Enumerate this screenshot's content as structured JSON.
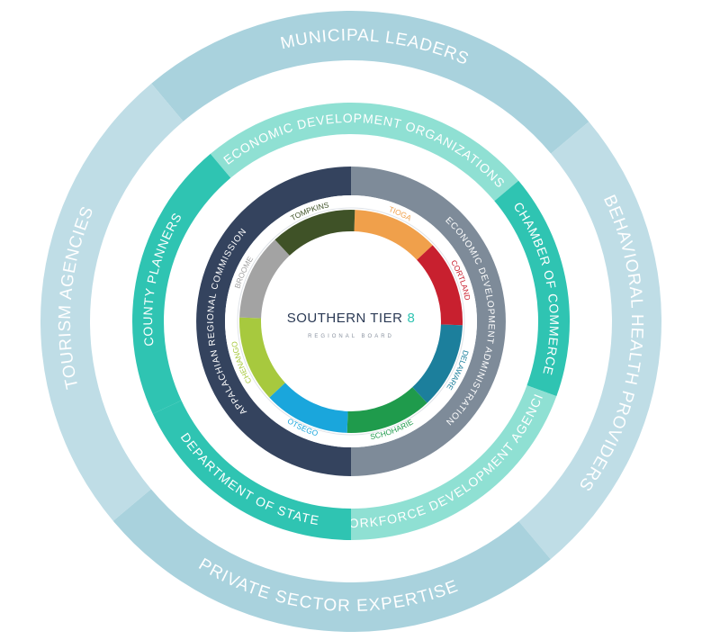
{
  "center": {
    "title": "SOUTHERN TIER",
    "number": "8",
    "subtitle": "REGIONAL BOARD",
    "title_color": "#2b3a55",
    "number_color": "#2fc4b2"
  },
  "outer_ring": {
    "color_a": "#a9d2dd",
    "color_b": "#bfdde6",
    "segments": [
      {
        "label": "MUNICIPAL LEADERS",
        "icon": "none"
      },
      {
        "label": "BEHAVIORAL HEALTH PROVIDERS",
        "icon": "none"
      },
      {
        "label": "PRIVATE SECTOR EXPERTISE",
        "icon": "none"
      },
      {
        "label": "TOURISM AGENCIES",
        "icon": "none"
      }
    ]
  },
  "middle_ring": {
    "segments": [
      {
        "label": "ECONOMIC DEVELOPMENT ORGANIZATIONS",
        "color": "#8fe0d3"
      },
      {
        "label": "CHAMBER OF COMMERCE",
        "color": "#2fc4b2"
      },
      {
        "label": "WORKFORCE DEVELOPMENT AGENCIES",
        "color": "#8fe0d3"
      },
      {
        "label": "DEPARTMENT OF STATE",
        "color": "#2fc4b2"
      },
      {
        "label": "COUNTY PLANNERS",
        "color": "#2fc4b2"
      }
    ]
  },
  "inner_ring": {
    "segments": [
      {
        "label": "ECONOMIC DEVELOPMENT ADMINISTRATION",
        "color": "#7e8b99"
      },
      {
        "label": "APPALACHIAN REGIONAL COMMISSION",
        "color": "#34435e"
      }
    ]
  },
  "county_ring": {
    "segments": [
      {
        "label": "TIOGA",
        "color": "#f0a04b"
      },
      {
        "label": "CORTLAND",
        "color": "#c8202f"
      },
      {
        "label": "DELAWARE",
        "color": "#1c7f9c"
      },
      {
        "label": "SCHOHARIE",
        "color": "#1f9b4c"
      },
      {
        "label": "OTSEGO",
        "color": "#1aa6dc"
      },
      {
        "label": "CHENANGO",
        "color": "#a7c93e"
      },
      {
        "label": "BROOME",
        "color": "#a3a3a3"
      },
      {
        "label": "TOMPKINS",
        "color": "#3f5227"
      }
    ]
  }
}
